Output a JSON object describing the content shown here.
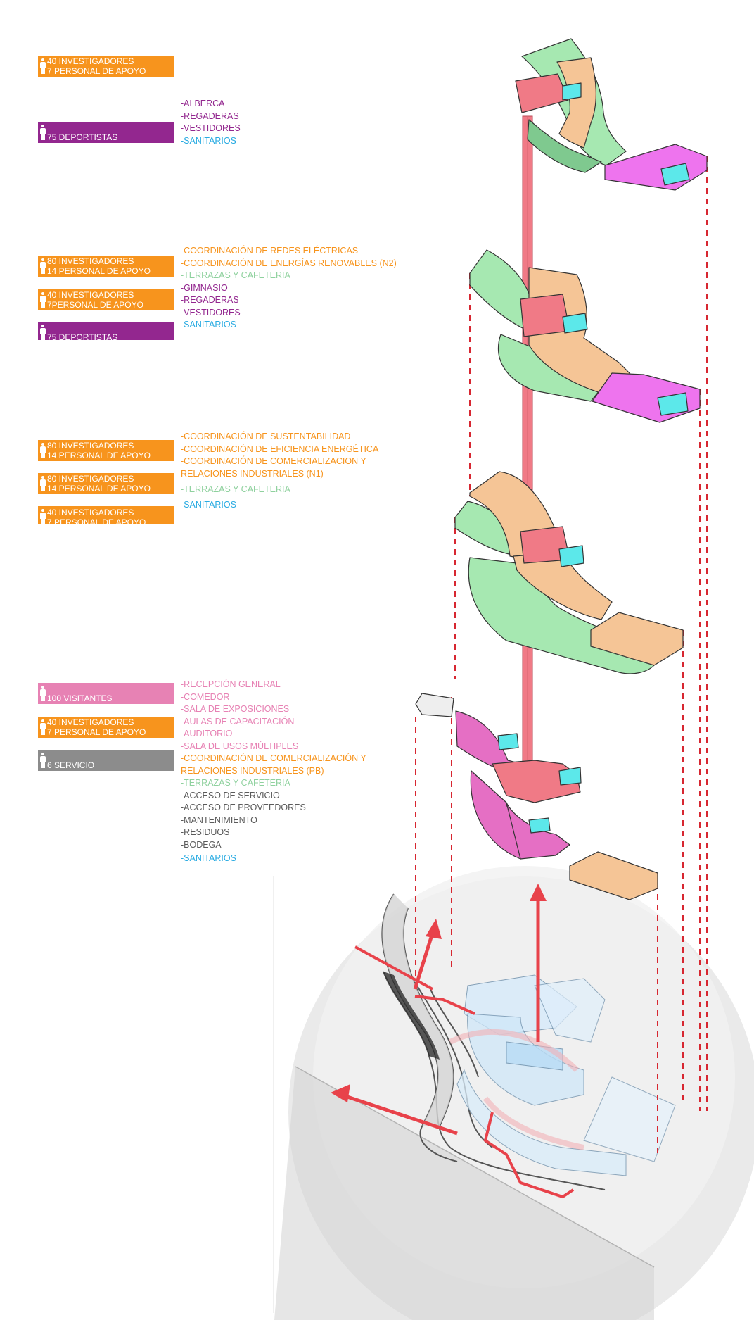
{
  "colors": {
    "orange": "#f7941d",
    "purple": "#93278f",
    "pink": "#e782b4",
    "gray": "#8c8c8c",
    "green": "#8fd19e",
    "cyan": "#29abe2",
    "magenta": "#ee74ee",
    "dark_gray": "#5a5a5a",
    "red": "#e8424a"
  },
  "levels": [
    {
      "badges": [
        {
          "color": "orange",
          "lines": [
            "40 INVESTIGADORES",
            "7 PERSONAL DE APOYO"
          ]
        },
        {
          "color": "purple",
          "lines": [
            "75 DEPORTISTAS"
          ]
        }
      ],
      "items": [
        {
          "text": "-ALBERCA",
          "color": "purple"
        },
        {
          "text": "-REGADERAS",
          "color": "purple"
        },
        {
          "text": "-VESTIDORES",
          "color": "purple"
        },
        {
          "text": "-SANITARIOS",
          "color": "cyan"
        }
      ]
    },
    {
      "badges": [
        {
          "color": "orange",
          "lines": [
            "80 INVESTIGADORES",
            "14 PERSONAL DE APOYO"
          ]
        },
        {
          "color": "orange",
          "lines": [
            "40 INVESTIGADORES",
            "7PERSONAL DE APOYO"
          ]
        },
        {
          "color": "purple",
          "lines": [
            "75 DEPORTISTAS"
          ]
        }
      ],
      "items": [
        {
          "text": "-COORDINACIÓN DE REDES ELÉCTRICAS",
          "color": "orange"
        },
        {
          "text": "-COORDINACIÓN DE ENERGÍAS RENOVABLES (N2)",
          "color": "orange"
        },
        {
          "text": "-TERRAZAS Y CAFETERIA",
          "color": "green"
        },
        {
          "text": "-GIMNASIO",
          "color": "purple"
        },
        {
          "text": "-REGADERAS",
          "color": "purple"
        },
        {
          "text": "-VESTIDORES",
          "color": "purple"
        },
        {
          "text": "-SANITARIOS",
          "color": "cyan"
        }
      ]
    },
    {
      "badges": [
        {
          "color": "orange",
          "lines": [
            "80 INVESTIGADORES",
            "14 PERSONAL DE APOYO"
          ]
        },
        {
          "color": "orange",
          "lines": [
            "80 INVESTIGADORES",
            "14 PERSONAL DE APOYO"
          ]
        },
        {
          "color": "orange",
          "lines": [
            "40 INVESTIGADORES",
            "7 PERSONAL DE APOYO"
          ]
        }
      ],
      "items": [
        {
          "text": "-COORDINACIÓN DE SUSTENTABILIDAD",
          "color": "orange"
        },
        {
          "text": "-COORDINACIÓN DE EFICIENCIA ENERGÉTICA",
          "color": "orange"
        },
        {
          "text": "-COORDINACIÓN DE COMERCIALIZACION Y",
          "color": "orange"
        },
        {
          "text": "RELACIONES INDUSTRIALES (N1)",
          "color": "orange"
        },
        {
          "text": "-TERRAZAS Y CAFETERIA",
          "color": "green"
        },
        {
          "text": "-SANITARIOS",
          "color": "cyan"
        }
      ]
    },
    {
      "badges": [
        {
          "color": "pink",
          "lines": [
            "100 VISITANTES"
          ]
        },
        {
          "color": "orange",
          "lines": [
            "40 INVESTIGADORES",
            "7 PERSONAL DE APOYO"
          ]
        },
        {
          "color": "gray",
          "lines": [
            "6 SERVICIO"
          ]
        }
      ],
      "items": [
        {
          "text": "-RECEPCIÓN GENERAL",
          "color": "pink"
        },
        {
          "text": "-COMEDOR",
          "color": "pink"
        },
        {
          "text": "-SALA DE EXPOSICIONES",
          "color": "pink"
        },
        {
          "text": "-AULAS DE CAPACITACIÓN",
          "color": "pink"
        },
        {
          "text": "-AUDITORIO",
          "color": "pink"
        },
        {
          "text": "-SALA DE USOS MÚLTIPLES",
          "color": "pink"
        },
        {
          "text": "-COORDINACIÓN DE COMERCIALIZACIÓN Y",
          "color": "orange"
        },
        {
          "text": "RELACIONES INDUSTRIALES (PB)",
          "color": "orange"
        },
        {
          "text": "-TERRAZAS Y CAFETERIA",
          "color": "green"
        },
        {
          "text": "-ACCESO DE SERVICIO",
          "color": "dark_gray"
        },
        {
          "text": "-ACCESO DE PROVEEDORES",
          "color": "dark_gray"
        },
        {
          "text": "-MANTENIMIENTO",
          "color": "dark_gray"
        },
        {
          "text": "-RESIDUOS",
          "color": "dark_gray"
        },
        {
          "text": "-BODEGA",
          "color": "dark_gray"
        },
        {
          "text": "-SANITARIOS",
          "color": "cyan"
        }
      ]
    }
  ]
}
